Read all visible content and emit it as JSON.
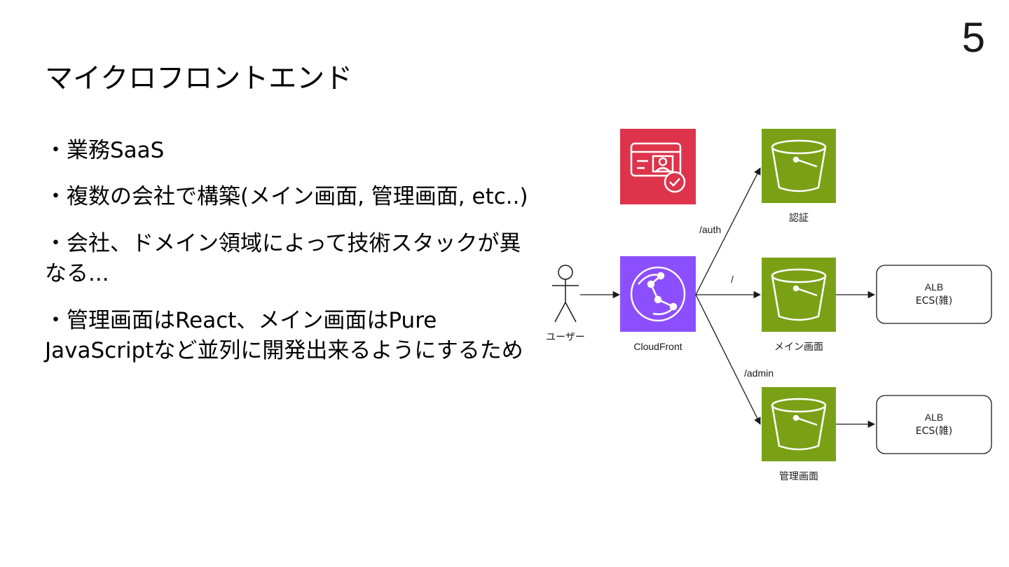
{
  "slide": {
    "page_number": "5",
    "title": "マイクロフロントエンド",
    "bullets": [
      "・業務SaaS",
      "・複数の会社で構築(メイン画面, 管理画面, etc..)",
      "・会社、ドメイン領域によって技術スタックが異なる...",
      "・管理画面はReact、メイン画面はPure JavaScriptなど並列に開発出来るようにするため"
    ]
  },
  "diagram": {
    "nodes": {
      "user": "ユーザー",
      "cloudfront": "CloudFront",
      "auth_bucket": "認証",
      "main_bucket": "メイン画面",
      "admin_bucket": "管理画面",
      "backend_main": [
        "ALB",
        "ECS(雑)"
      ],
      "backend_admin": [
        "ALB",
        "ECS(雑)"
      ]
    },
    "paths": {
      "auth": "/auth",
      "root": "/",
      "admin": "/admin"
    },
    "colors": {
      "cloudfront": "#8C4FFF",
      "s3": "#7AA116",
      "auth_service": "#DD344C"
    },
    "icons": {
      "auth_service": "identity-verification-icon",
      "cloudfront": "cloudfront-icon",
      "s3": "s3-bucket-icon",
      "user": "user-stick-figure-icon"
    }
  }
}
